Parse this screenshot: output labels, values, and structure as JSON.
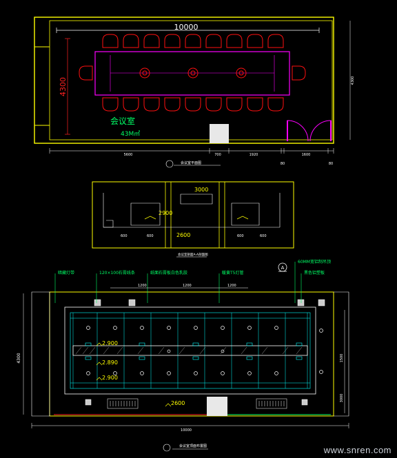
{
  "colors": {
    "bg": "#000000",
    "wall": "#ffff00",
    "furniture": "#ff1010",
    "table": "#ff00ff",
    "dim": "#ffffff",
    "label": "#00ff66",
    "dim_red": "#ff2020",
    "ceiling": "#00ffff"
  },
  "plan": {
    "width_dim": "10000",
    "height_dim": "4300",
    "right_dim": "4300",
    "room_label": "会议室",
    "area_label": "43M㎡",
    "bottom_dims": [
      "5600",
      "700",
      "1920",
      "80",
      "1600",
      "80"
    ],
    "caption": "会议室平面图"
  },
  "elevation": {
    "dim_3000": "3000",
    "dim_2900": "2900",
    "dim_2600": "2600",
    "base_dims": [
      "600",
      "600",
      "600",
      "600"
    ],
    "caption": "会议室剖面A-A剖面图"
  },
  "ceiling": {
    "callouts": [
      "暗藏灯带",
      "120×100石膏线条",
      "纸面石膏板白色乳胶",
      "暖黄T5灯管",
      "60MM宽铝制吊顶",
      "黑色铝塑板"
    ],
    "marker": "A",
    "levels": [
      "2.900",
      "2.890",
      "2.900"
    ],
    "top_dims": [
      "1200",
      "1200",
      "1200"
    ],
    "left_dim": "4300",
    "right_dims": [
      "1500",
      "3000"
    ],
    "bottom_level": "2600",
    "bottom_dim": "10000",
    "caption": "会议室顶面布置图"
  },
  "watermark": "www.snren.com"
}
